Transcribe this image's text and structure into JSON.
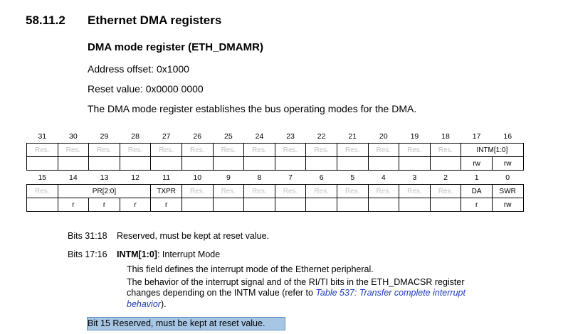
{
  "section": {
    "number": "58.11.2",
    "title": "Ethernet DMA registers",
    "register_title": "DMA mode register (ETH_DMAMR)",
    "address_offset": "Address offset: 0x1000",
    "reset_value": "Reset value: 0x0000 0000",
    "description": "The DMA mode register establishes the bus operating modes for the DMA."
  },
  "register_upper": {
    "bit_numbers": [
      "31",
      "30",
      "29",
      "28",
      "27",
      "26",
      "25",
      "24",
      "23",
      "22",
      "21",
      "20",
      "19",
      "18",
      "17",
      "16"
    ],
    "fields": [
      {
        "label": "Res.",
        "span": 1,
        "reserved": true
      },
      {
        "label": "Res.",
        "span": 1,
        "reserved": true
      },
      {
        "label": "Res.",
        "span": 1,
        "reserved": true
      },
      {
        "label": "Res.",
        "span": 1,
        "reserved": true
      },
      {
        "label": "Res.",
        "span": 1,
        "reserved": true
      },
      {
        "label": "Res.",
        "span": 1,
        "reserved": true
      },
      {
        "label": "Res.",
        "span": 1,
        "reserved": true
      },
      {
        "label": "Res.",
        "span": 1,
        "reserved": true
      },
      {
        "label": "Res.",
        "span": 1,
        "reserved": true
      },
      {
        "label": "Res.",
        "span": 1,
        "reserved": true
      },
      {
        "label": "Res.",
        "span": 1,
        "reserved": true
      },
      {
        "label": "Res.",
        "span": 1,
        "reserved": true
      },
      {
        "label": "Res.",
        "span": 1,
        "reserved": true
      },
      {
        "label": "Res.",
        "span": 1,
        "reserved": true
      },
      {
        "label": "INTM[1:0]",
        "span": 2,
        "reserved": false
      }
    ],
    "access": [
      "",
      "",
      "",
      "",
      "",
      "",
      "",
      "",
      "",
      "",
      "",
      "",
      "",
      "",
      "rw",
      "rw"
    ]
  },
  "register_lower": {
    "bit_numbers": [
      "15",
      "14",
      "13",
      "12",
      "11",
      "10",
      "9",
      "8",
      "7",
      "6",
      "5",
      "4",
      "3",
      "2",
      "1",
      "0"
    ],
    "fields": [
      {
        "label": "Res.",
        "span": 1,
        "reserved": true
      },
      {
        "label": "PR[2:0]",
        "span": 3,
        "reserved": false
      },
      {
        "label": "TXPR",
        "span": 1,
        "reserved": false
      },
      {
        "label": "Res.",
        "span": 1,
        "reserved": true
      },
      {
        "label": "Res.",
        "span": 1,
        "reserved": true
      },
      {
        "label": "Res.",
        "span": 1,
        "reserved": true
      },
      {
        "label": "Res.",
        "span": 1,
        "reserved": true
      },
      {
        "label": "Res.",
        "span": 1,
        "reserved": true
      },
      {
        "label": "Res.",
        "span": 1,
        "reserved": true
      },
      {
        "label": "Res.",
        "span": 1,
        "reserved": true
      },
      {
        "label": "Res.",
        "span": 1,
        "reserved": true
      },
      {
        "label": "Res.",
        "span": 1,
        "reserved": true
      },
      {
        "label": "DA",
        "span": 1,
        "reserved": false
      },
      {
        "label": "SWR",
        "span": 1,
        "reserved": false
      }
    ],
    "access": [
      "",
      "r",
      "r",
      "r",
      "r",
      "",
      "",
      "",
      "",
      "",
      "",
      "",
      "",
      "",
      "r",
      "rw"
    ]
  },
  "bit_desc": {
    "b1_label": "Bits 31:18",
    "b1_text": "Reserved, must be kept at reset value.",
    "b2_label": "Bits 17:16",
    "b2_name": "INTM[1:0]",
    "b2_title": ": Interrupt Mode",
    "b2_line1": "This field defines the interrupt mode of the Ethernet peripheral.",
    "b2_line2": "The behavior of the interrupt signal and of the RI/TI bits in the ETH_DMACSR register",
    "b2_line3a": "changes depending on the INTM value (refer to ",
    "b2_link1": "Table 537: Transfer complete interrupt",
    "b2_link2": "behavior",
    "b2_line4b": ").",
    "b3_text": "Bit 15  Reserved, must be kept at reset value."
  }
}
